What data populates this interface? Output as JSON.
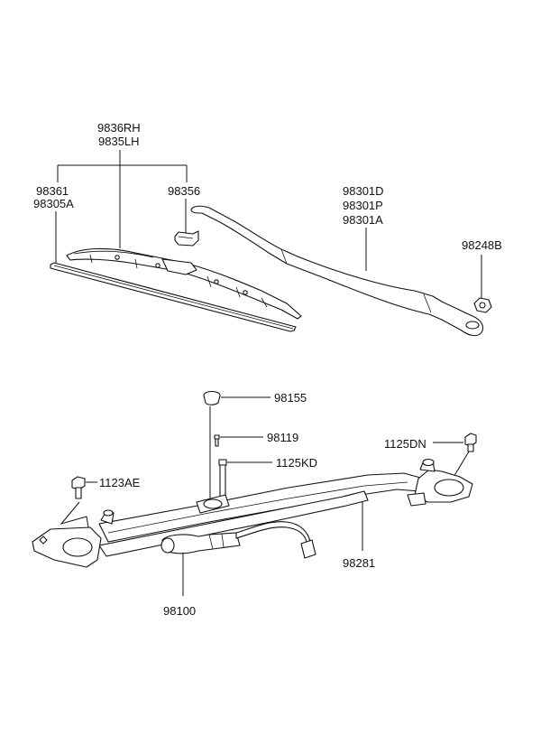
{
  "labels": {
    "blade_rh": "9836RH",
    "blade_lh": "9835LH",
    "refill_a": "98361",
    "refill_b": "98305A",
    "adapter": "98356",
    "arm_d": "98301D",
    "arm_p": "98301P",
    "arm_a": "98301A",
    "arm_nut": "98248B",
    "pivot_cap": "98155",
    "cap_bolt": "98119",
    "bolt_kd": "1125KD",
    "bolt_ae": "1123AE",
    "bolt_dn": "1125DN",
    "linkage": "98281",
    "motor": "98100"
  }
}
